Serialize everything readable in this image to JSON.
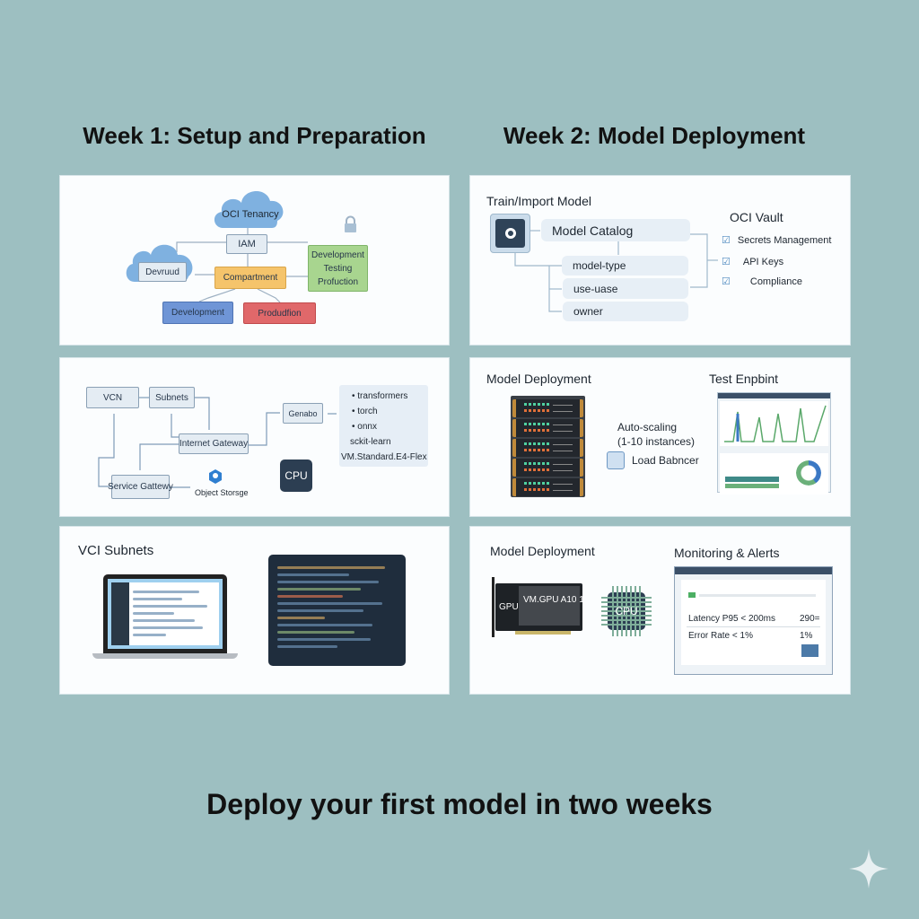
{
  "headings": {
    "week1": "Week 1: Setup and Preparation",
    "week2": "Week 2: Model Deployment",
    "footer": "Deploy your first model in two weeks"
  },
  "iam_panel": {
    "tenancy": "OCI Tenancy",
    "iam": "IAM",
    "devcloud": "Devruud",
    "compartment": "Compartment",
    "envs": [
      "Development",
      "Testing",
      "Profuction"
    ],
    "dev": "Development",
    "prod": "Produdfion"
  },
  "network_panel": {
    "vcn": "VCN",
    "subnets": "Subnets",
    "internet_gateway": "Internet Gateway",
    "service_gateway": "Service Gattewy",
    "object_storage": "Object Storsge",
    "genabo": "Genabo",
    "libs": [
      "• transformers",
      "• torch",
      "• onnx",
      "sckit-learn",
      "VM.Standard.E4-Flex"
    ],
    "cpu": "CPU"
  },
  "code_panel": {
    "title": "VCI Subnets"
  },
  "catalog_panel": {
    "title": "Train/Import Model",
    "catalog": "Model Catalog",
    "fields": [
      "model-type",
      "use-uase",
      "owner"
    ],
    "vault_title": "OCI Vault",
    "vault_items": [
      "Secrets Management",
      "API Keys",
      "Compliance"
    ]
  },
  "deploy_panel": {
    "title": "Model Deployment",
    "autoscale": "Auto-scaling",
    "instances": "(1-10 instances)",
    "lb": "Load Babncer",
    "test_title": "Test Enpbint"
  },
  "monitor_panel": {
    "title": "Model Deployment",
    "gpu": "GPU",
    "gpu_model": "VM.GPU A10 1",
    "cpu": "CPU",
    "monitor_title": "Monitoring & Alerts",
    "latency": "Latency P95 < 200ms",
    "latency_val": "290=",
    "error": "Error Rate < 1%",
    "error_val": "1%"
  },
  "colors": {
    "background": "#9dbfc1",
    "compartment": "#f5c46b",
    "green": "#a8d58f",
    "blue": "#6f95d6",
    "red": "#e0686a",
    "navy": "#2c3e52"
  }
}
